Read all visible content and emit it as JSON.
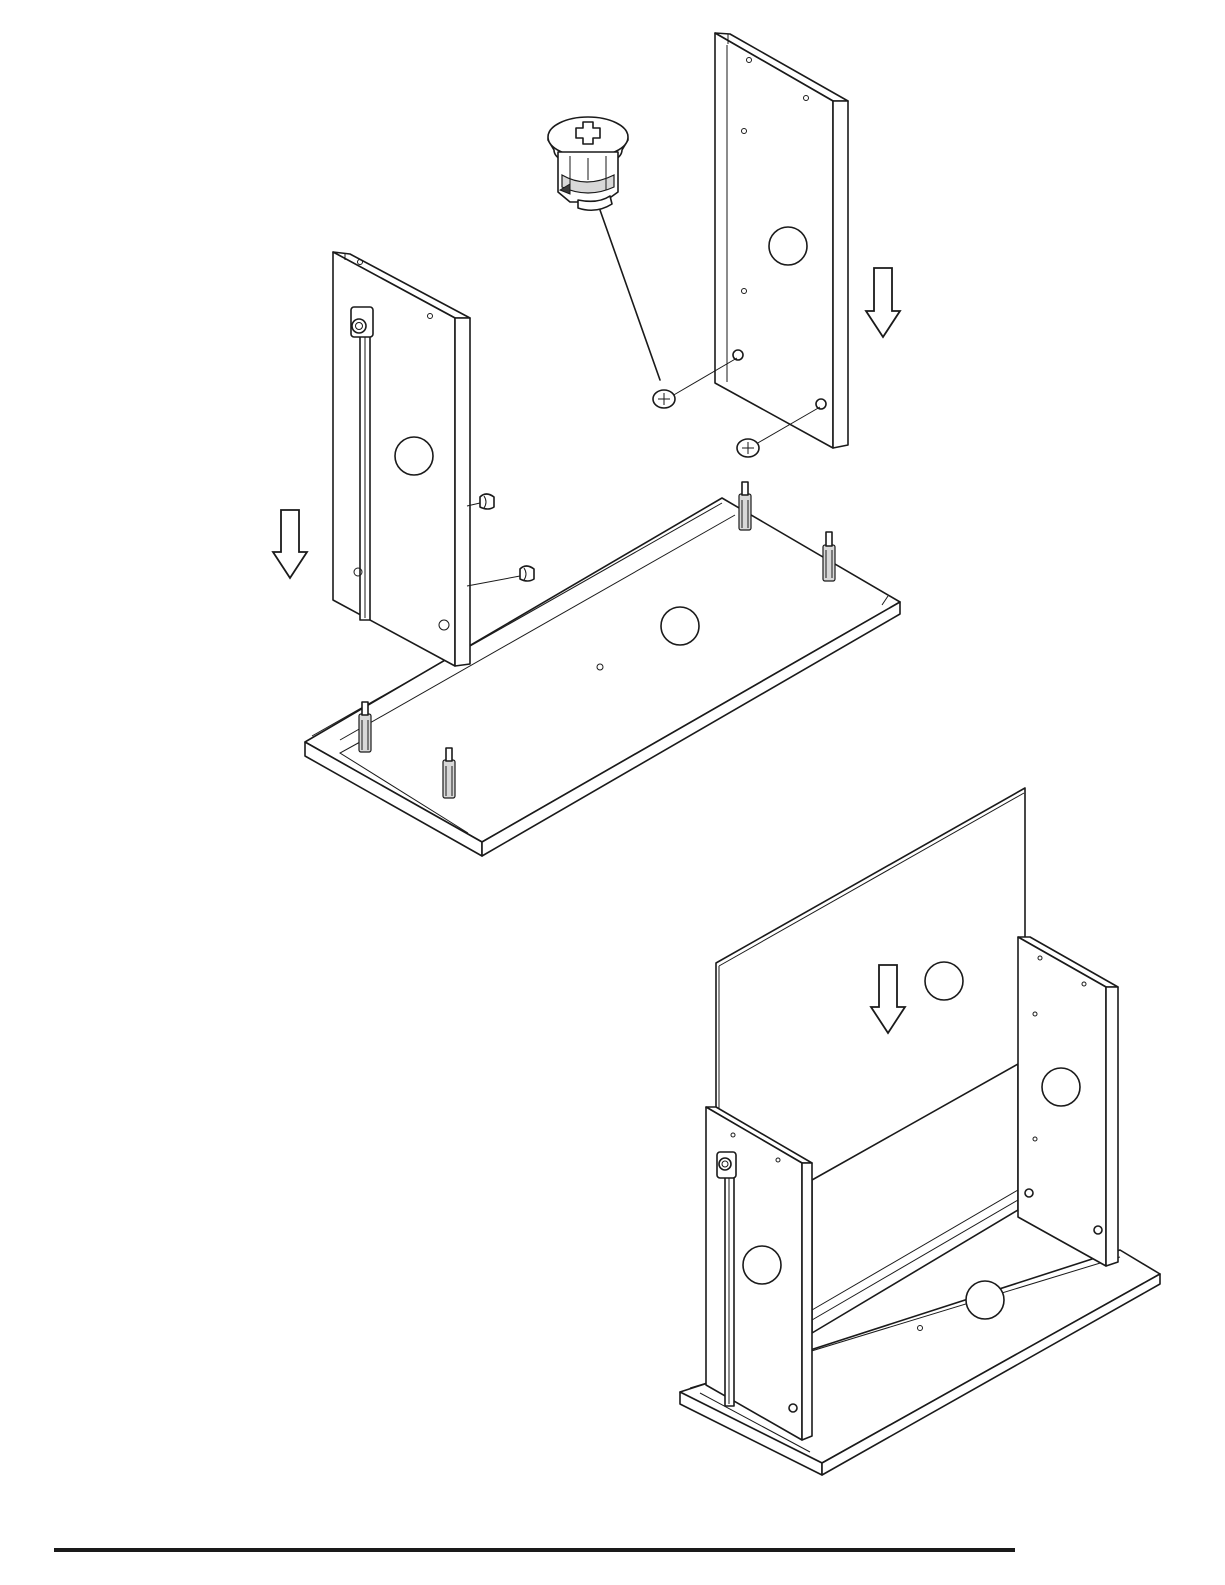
{
  "page": {
    "background": "#ffffff",
    "line_color": "#1a1a1a"
  },
  "diagram": {
    "steps": [
      {
        "name": "exploded-assembly",
        "parts": [
          "left-side-panel",
          "right-side-panel",
          "bottom-board",
          "wooden-dowel",
          "cam-lock",
          "cam-bolt"
        ],
        "arrows": [
          "down-arrow",
          "down-arrow"
        ]
      },
      {
        "name": "back-panel-insertion",
        "parts": [
          "back-panel",
          "left-side-panel",
          "right-side-panel",
          "bottom-board"
        ],
        "arrows": [
          "down-arrow"
        ]
      }
    ],
    "callout": {
      "part": "cam-lock",
      "magnified": true
    }
  }
}
